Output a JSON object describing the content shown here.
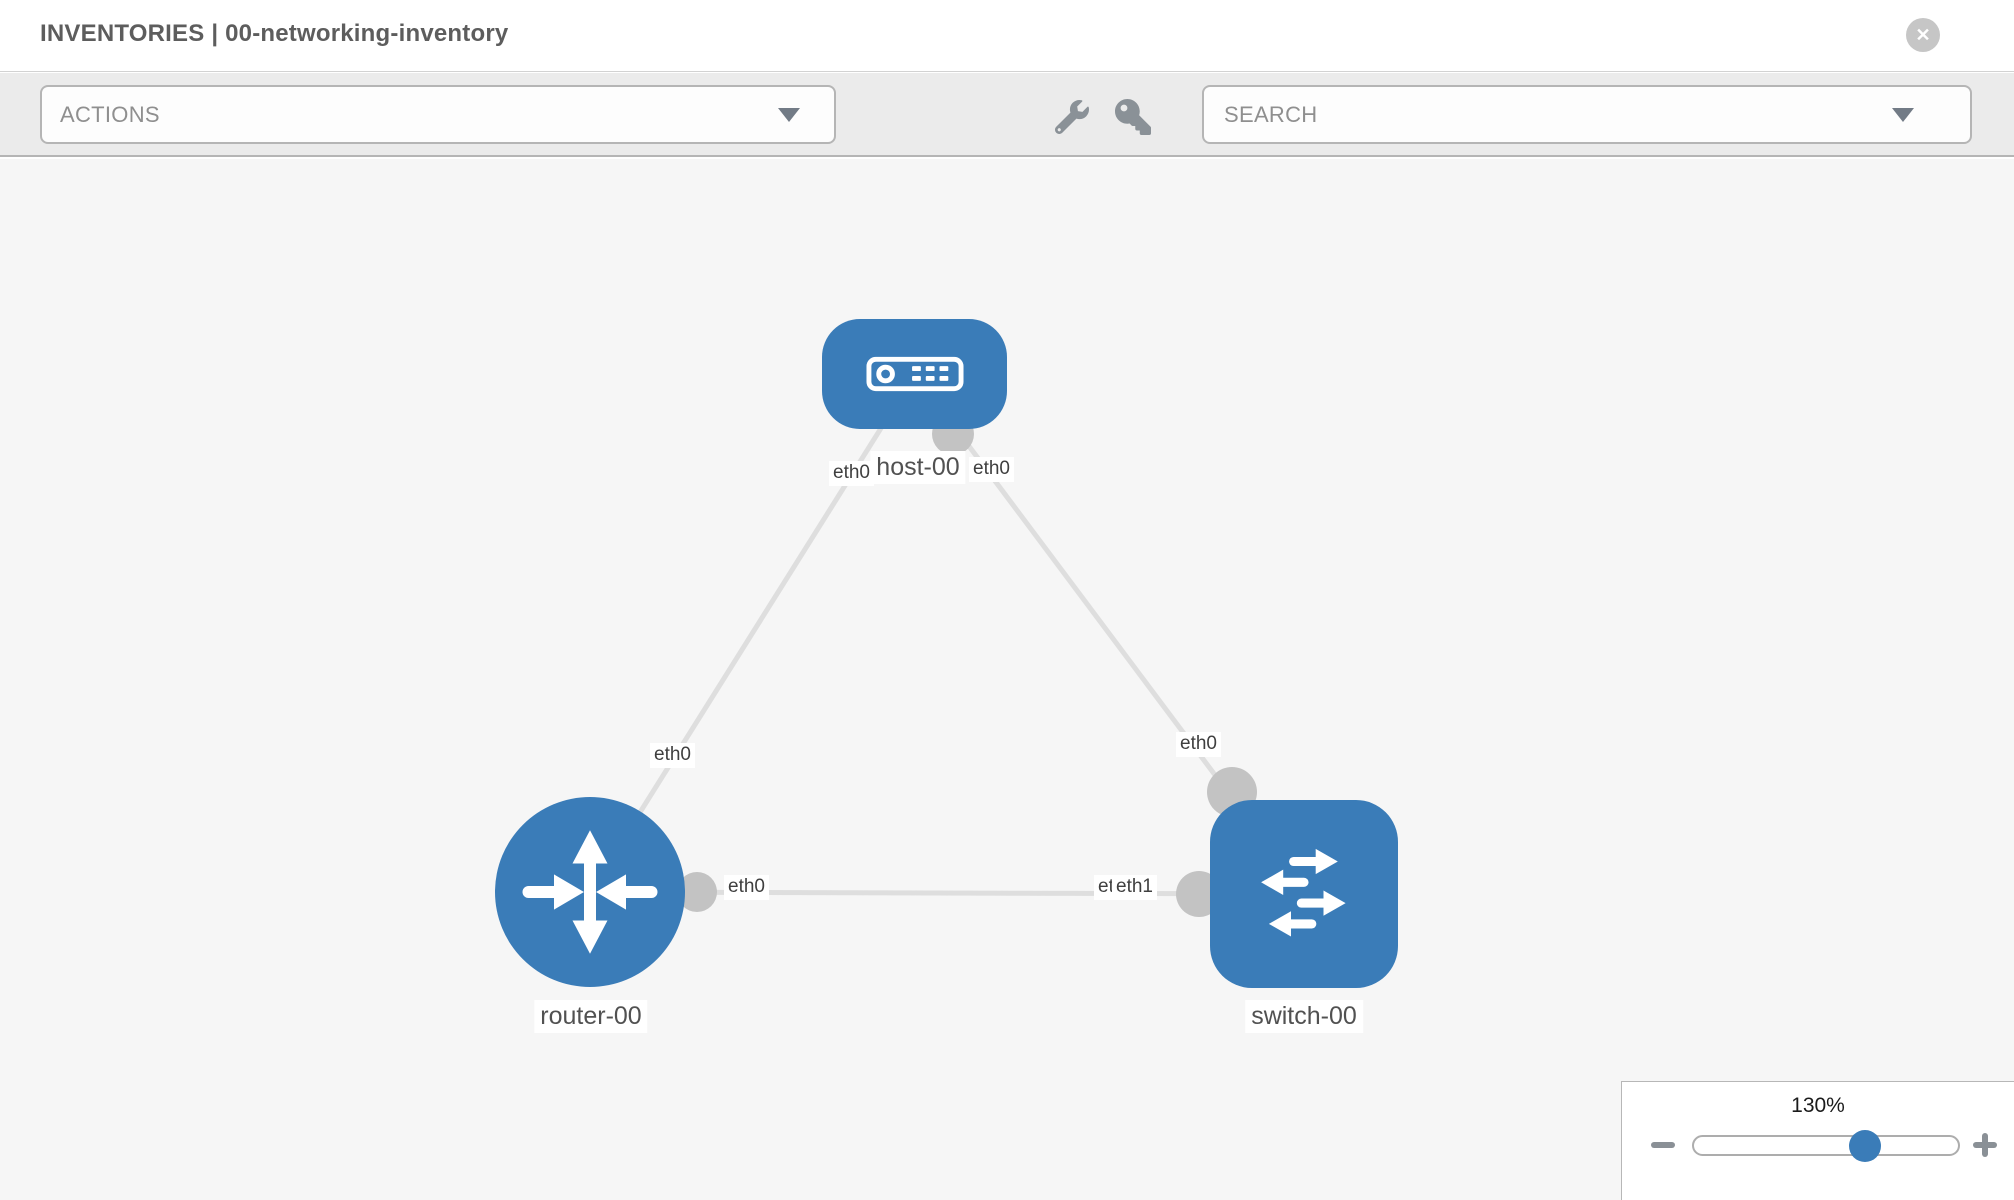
{
  "header": {
    "title": "INVENTORIES | 00-networking-inventory",
    "close_glyph": "✕"
  },
  "toolbar": {
    "actions_label": "ACTIONS",
    "search_label": "SEARCH"
  },
  "topology": {
    "nodes": [
      {
        "id": "host-00",
        "type": "host",
        "label": "host-00"
      },
      {
        "id": "router-00",
        "type": "router",
        "label": "router-00"
      },
      {
        "id": "switch-00",
        "type": "switch",
        "label": "switch-00"
      }
    ],
    "links": [
      {
        "from": "host-00",
        "to": "router-00"
      },
      {
        "from": "host-00",
        "to": "switch-00"
      },
      {
        "from": "router-00",
        "to": "switch-00"
      }
    ],
    "interface_labels": [
      {
        "text": "eth0",
        "near": "host-00",
        "link": "host-router"
      },
      {
        "text": "eth0",
        "near": "router-00",
        "link": "host-router"
      },
      {
        "text": "eth0",
        "near": "host-00",
        "link": "host-switch"
      },
      {
        "text": "eth0",
        "near": "switch-00",
        "link": "host-switch"
      },
      {
        "text": "eth0",
        "near": "router-00",
        "link": "router-switch"
      },
      {
        "text": "eth0",
        "near": "switch-00",
        "link": "router-switch"
      },
      {
        "text": "eth1",
        "near": "switch-00",
        "link": "router-switch"
      }
    ]
  },
  "zoom_control": {
    "value": "130%",
    "percent": 130,
    "slider_position": 0.64
  },
  "colors": {
    "node_blue": "#3a7cb8",
    "knob_blue": "#3a7cb8",
    "link_gray": "#dedede",
    "connector_gray": "#c3c3c3",
    "canvas_bg": "#f6f6f6",
    "toolbar_bg": "#ebebeb"
  }
}
